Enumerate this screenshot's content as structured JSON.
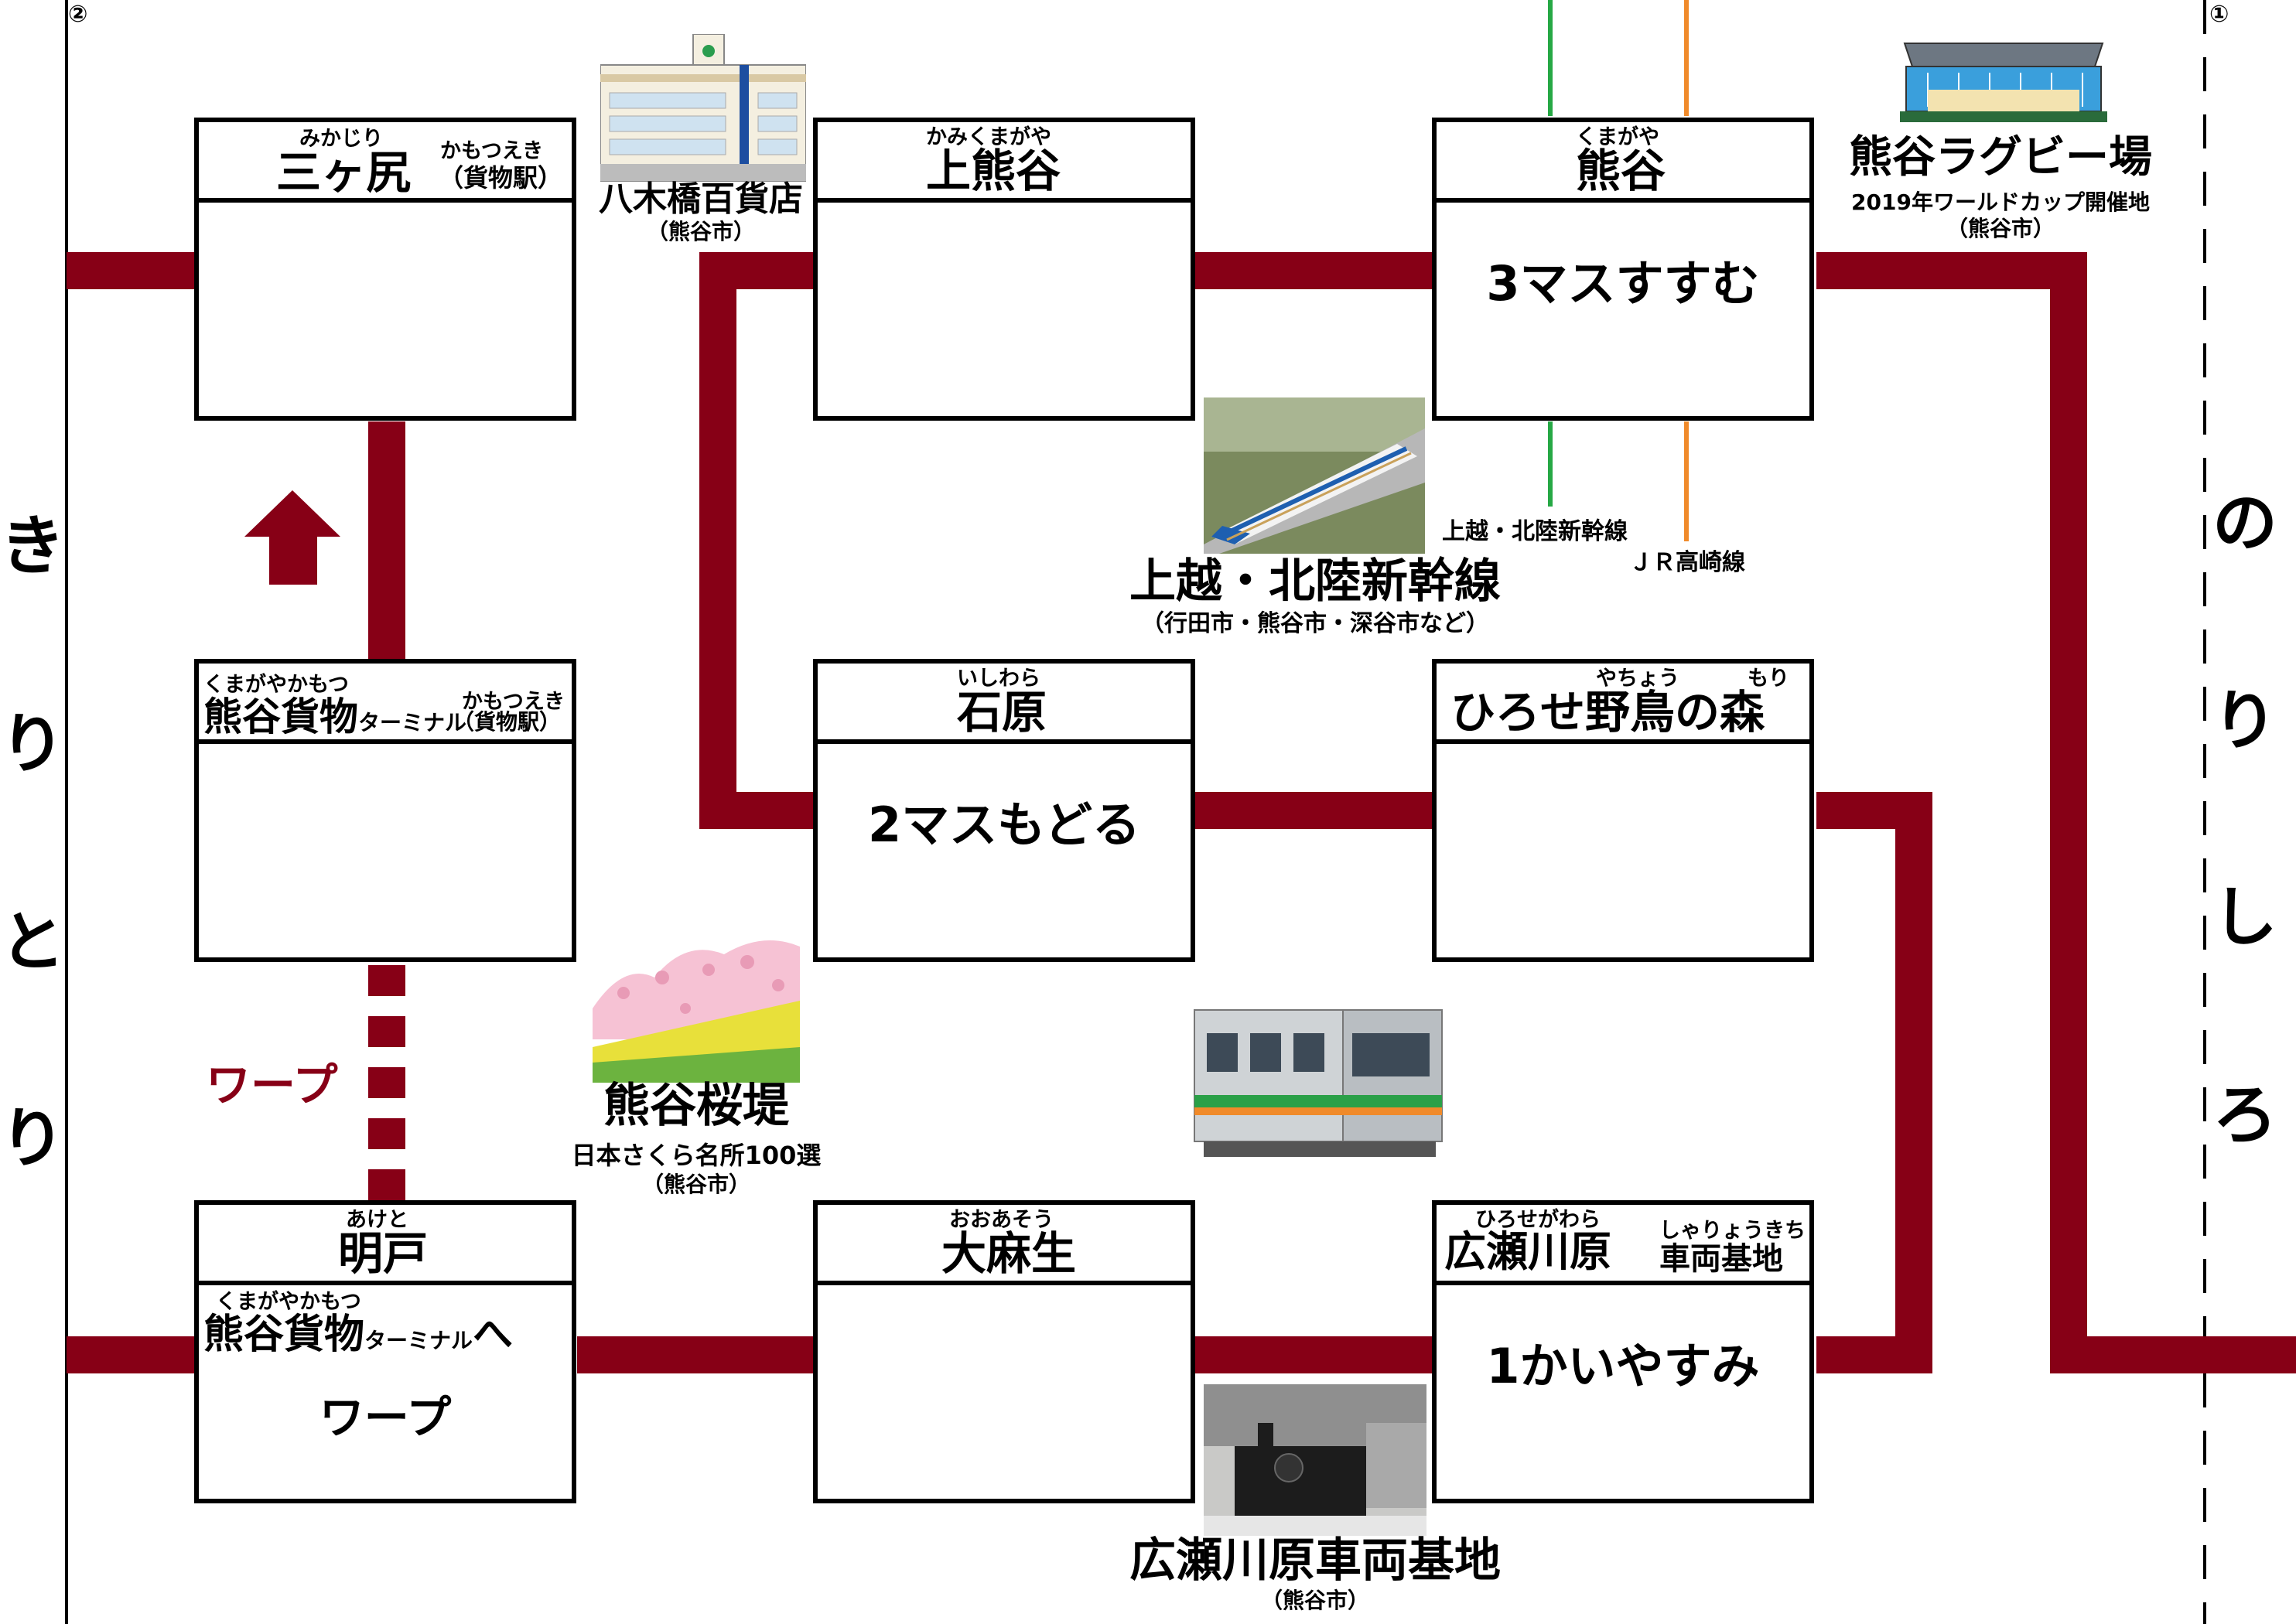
{
  "colors": {
    "track": "#870016",
    "joetsu_line": "#26a845",
    "takasaki_line": "#f08a2a",
    "warp_text": "#870016"
  },
  "corners": {
    "left": "②",
    "right": "①"
  },
  "sides": {
    "left_chars": [
      "き",
      "り",
      "と",
      "り"
    ],
    "right_chars": [
      "の",
      "り",
      "し",
      "ろ"
    ]
  },
  "spaces": {
    "mikajiri": {
      "ruby": "みかじり",
      "name": "三ヶ尻",
      "suffix_ruby": "かもつえき",
      "suffix": "（貨物駅）",
      "action": ""
    },
    "kamikumagaya": {
      "ruby": "かみくまがや",
      "name": "上熊谷",
      "action": ""
    },
    "kumagaya": {
      "ruby": "くまがや",
      "name": "熊谷",
      "action": "3マスすすむ"
    },
    "kumagaya_kamotsu": {
      "ruby": "くまがやかもつ",
      "name": "熊谷貨物",
      "name_small": "ターミナル",
      "suffix_ruby": "かもつえき",
      "suffix": "（貨物駅）",
      "action": ""
    },
    "ishiwara": {
      "ruby": "いしわら",
      "name": "石原",
      "action": "2マスもどる"
    },
    "hirose_yacho": {
      "ruby1": "やちょう",
      "ruby2": "もり",
      "name": "ひろせ野鳥の森",
      "action": ""
    },
    "akето": {
      "ruby": "あけと",
      "name": "明戸",
      "action_ruby": "くまがやかもつ",
      "action_name": "熊谷貨物",
      "action_small": "ターミナル",
      "action_tail": "へ",
      "action_line2": "ワープ"
    },
    "oasou": {
      "ruby": "おおあそう",
      "name": "大麻生",
      "action": ""
    },
    "hirosegawara": {
      "ruby": "ひろせがわら",
      "name": "広瀬川原",
      "suffix_ruby": "しゃりょうきち",
      "suffix": "車両基地",
      "action": "1かいやすみ"
    }
  },
  "warp_label": "ワープ",
  "landmarks": {
    "yagihashi": {
      "name": "八木橋百貨店",
      "sub": "（熊谷市）"
    },
    "rugby": {
      "name": "熊谷ラグビー場",
      "sub1": "2019年ワールドカップ開催地",
      "sub2": "（熊谷市）"
    },
    "shinkansen": {
      "name": "上越・北陸新幹線",
      "sub": "（行田市・熊谷市・深谷市など）"
    },
    "sakura": {
      "name": "熊谷桜堤",
      "sub1": "日本さくら名所100選",
      "sub2": "（熊谷市）"
    },
    "depot": {
      "name": "広瀬川原車両基地",
      "sub": "（熊谷市）"
    }
  },
  "line_labels": {
    "joetsu": "上越・北陸新幹線",
    "takasaki": "ＪＲ高崎線"
  }
}
